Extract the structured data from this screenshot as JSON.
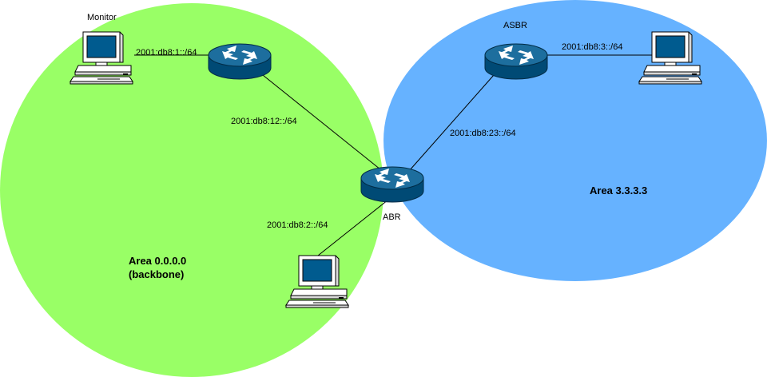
{
  "areas": {
    "backbone": {
      "line1": "Area 0.0.0.0",
      "line2": "(backbone)",
      "color": "#99ff66"
    },
    "area3": {
      "label": "Area 3.3.3.3",
      "color": "#66b2ff"
    }
  },
  "nodes": {
    "monitor": {
      "label": "Monitor",
      "icon": "desktop-computer-icon"
    },
    "r1": {
      "label": "",
      "icon": "router-icon"
    },
    "abr": {
      "label": "ABR",
      "icon": "router-icon"
    },
    "asbr": {
      "label": "ASBR",
      "icon": "router-icon"
    },
    "host2": {
      "label": "",
      "icon": "desktop-computer-icon"
    },
    "host3": {
      "label": "",
      "icon": "desktop-computer-icon"
    }
  },
  "links": {
    "monitor_r1": "2001:db8:1::/64",
    "r1_abr": "2001:db8:12::/64",
    "abr_host2": "2001:db8:2::/64",
    "abr_asbr": "2001:db8:23::/64",
    "asbr_host3": "2001:db8:3::/64"
  },
  "colors": {
    "router_body": "#005b8f",
    "computer_screen": "#005b8f",
    "device_shell": "#ffffff",
    "link": "#000000"
  }
}
